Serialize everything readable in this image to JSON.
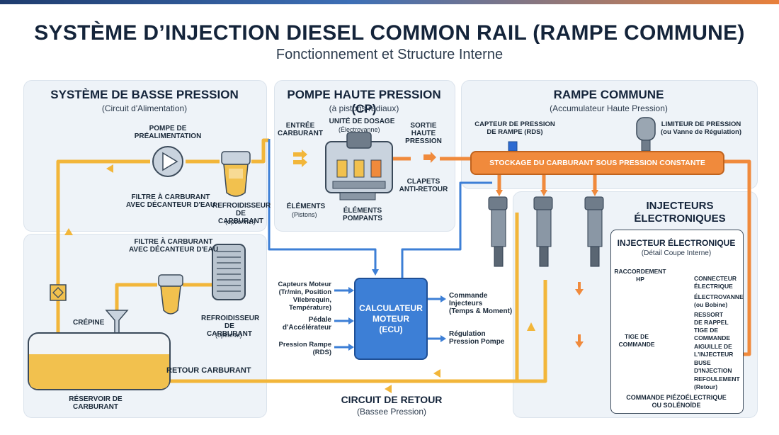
{
  "header": {
    "title": "SYSTÈME D’INJECTION DIESEL COMMON RAIL (RAMPE COMMUNE)",
    "subtitle": "Fonctionnement et Structure Interne"
  },
  "low_pressure": {
    "title": "SYSTÈME DE BASSE PRESSION",
    "subtitle": "(Circuit d'Alimentation)",
    "pump_label": "POMPE DE\nPRÉALIMENTATION",
    "filter_label": "FILTRE À CARBURANT\nAVEC DÉCANTEUR D'EAU",
    "cooler_label": "REFROIDISSEUR\nDE CARBURANT",
    "cooler_note": "(optionnel)",
    "filter2_label": "FILTRE À CARBURANT\nAVEC DÉCANTEUR D'EAU",
    "cooler2_label": "REFROIDISSEUR\nDE CARBURANT",
    "cooler2_note": "(optional)",
    "strainer_label": "CRÉPINE",
    "tank_label": "RÉSERVOIR DE\nCARBURANT",
    "return_label": "RETOUR CARBURANT"
  },
  "hp_pump": {
    "title": "POMPE HAUTE PRESSION (CP)",
    "subtitle": "(à pistons radiaux)",
    "inlet_label": "ENTRÉE\nCARBURANT",
    "metering_label": "UNITÉ DE DOSAGE",
    "metering_sub": "(Électrovanne)",
    "outlet_label": "SORTIE\nHAUTE PRESSION",
    "valves_label": "CLAPETS\nANTI-RETOUR",
    "elements_label": "ÉLÉMENTS",
    "elements_sub": "(Pistons)",
    "pumping_label": "ÉLÉMENTS\nPOMPANTS"
  },
  "rail": {
    "title": "RAMPE COMMUNE",
    "subtitle": "(Accumulateur Haute Pression)",
    "sensor_label": "CAPTEUR DE PRESSION\nDE RAMPE (RDS)",
    "limiter_label": "LIMITEUR DE PRESSION\n(ou Vanne de Régulation)",
    "bar_text": "STOCKAGE DU CARBURANT SOUS PRESSION CONSTANTE"
  },
  "ecu": {
    "text": "CALCULATEUR\nMOTEUR\n(ECU)",
    "in1": "Capteurs Moteur\n(Tr/min, Position\nVilebrequin,\nTempérature)",
    "in2": "Pédale\nd'Accélérateur",
    "in3": "Pression Rampe\n(RDS)",
    "out1": "Commande\nInjecteurs\n(Temps & Moment)",
    "out2": "Régulation\nPression Pompe"
  },
  "return_circuit": {
    "title": "CIRCUIT DE RETOUR",
    "subtitle": "(Bassee Pression)"
  },
  "injectors": {
    "title": "INJECTEURS\nÉLECTRONIQUES",
    "detail_title": "INJECTEUR ÉLECTRONIQUE",
    "detail_sub": "(Détail Coupe Interne)",
    "hp_conn": "RACCORDEMENT\nHP",
    "elec_conn": "CONNECTEUR\nÉLECTRIQUE",
    "solenoid": "ÉLECTROVANNE\n(ou Bobine)",
    "spring": "RESSORT\nDE RAPPEL",
    "rod": "TIGE DE\nCOMMANDE",
    "rod_left": "TIGE DE\nCOMMANDE",
    "needle": "AIGUILLE DE\nL'INJECTEUR",
    "nozzle": "BUSE\nD'INJECTION",
    "overflow": "REFOULEMENT\n(Retour)",
    "footer": "COMMANDE PIÉZOÉLECTRIQUE\nOU SOLÉNOÏDE"
  },
  "colors": {
    "fuel_low": "#f2b63a",
    "high_pressure": "#f08a3c",
    "signal": "#3d7fd6",
    "panel": "#eef3f8"
  }
}
